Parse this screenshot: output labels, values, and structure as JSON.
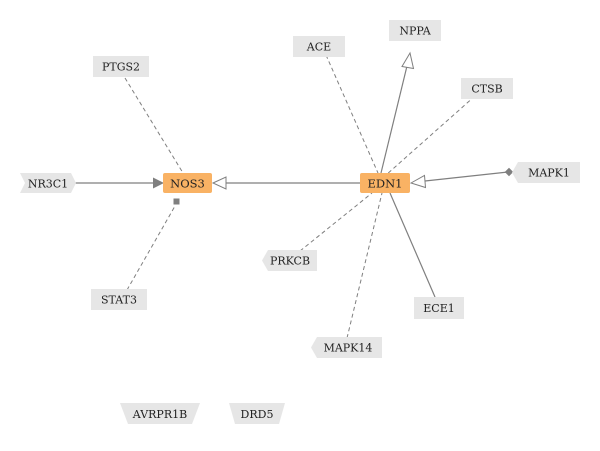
{
  "colors": {
    "hub": "#f9b264",
    "node": "#e6e6e6",
    "edge": "#7f7f7f",
    "text": "#222222"
  },
  "nodes": {
    "nos3": "NOS3",
    "edn1": "EDN1",
    "ptgs2": "PTGS2",
    "nr3c1": "NR3C1",
    "stat3": "STAT3",
    "ace": "ACE",
    "nppa": "NPPA",
    "ctsb": "CTSB",
    "mapk1": "MAPK1",
    "prkcb": "PRKCB",
    "mapk14": "MAPK14",
    "ece1": "ECE1",
    "avrpr1b": "AVRPR1B",
    "drd5": "DRD5"
  }
}
